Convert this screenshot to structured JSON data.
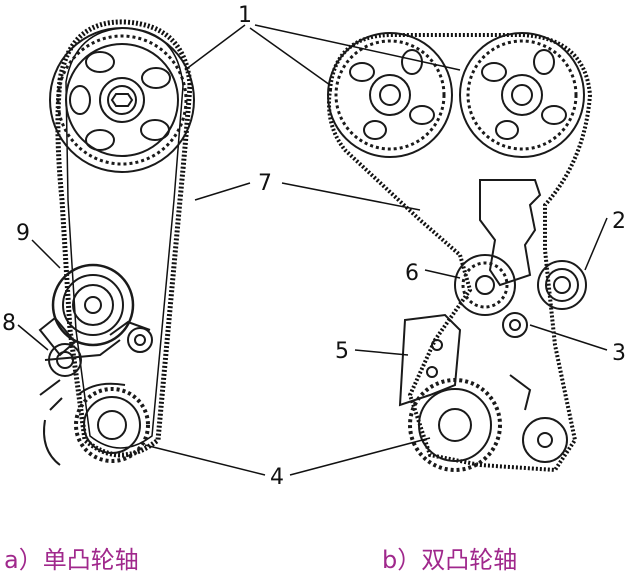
{
  "callouts": {
    "n1": "1",
    "n2": "2",
    "n3": "3",
    "n4": "4",
    "n5": "5",
    "n6": "6",
    "n7": "7",
    "n8": "8",
    "n9": "9"
  },
  "captions": {
    "a": "a）单凸轮轴",
    "b": "b）双凸轮轴"
  },
  "colors": {
    "line": "#1a1a1a",
    "caption": "#a0288c"
  }
}
